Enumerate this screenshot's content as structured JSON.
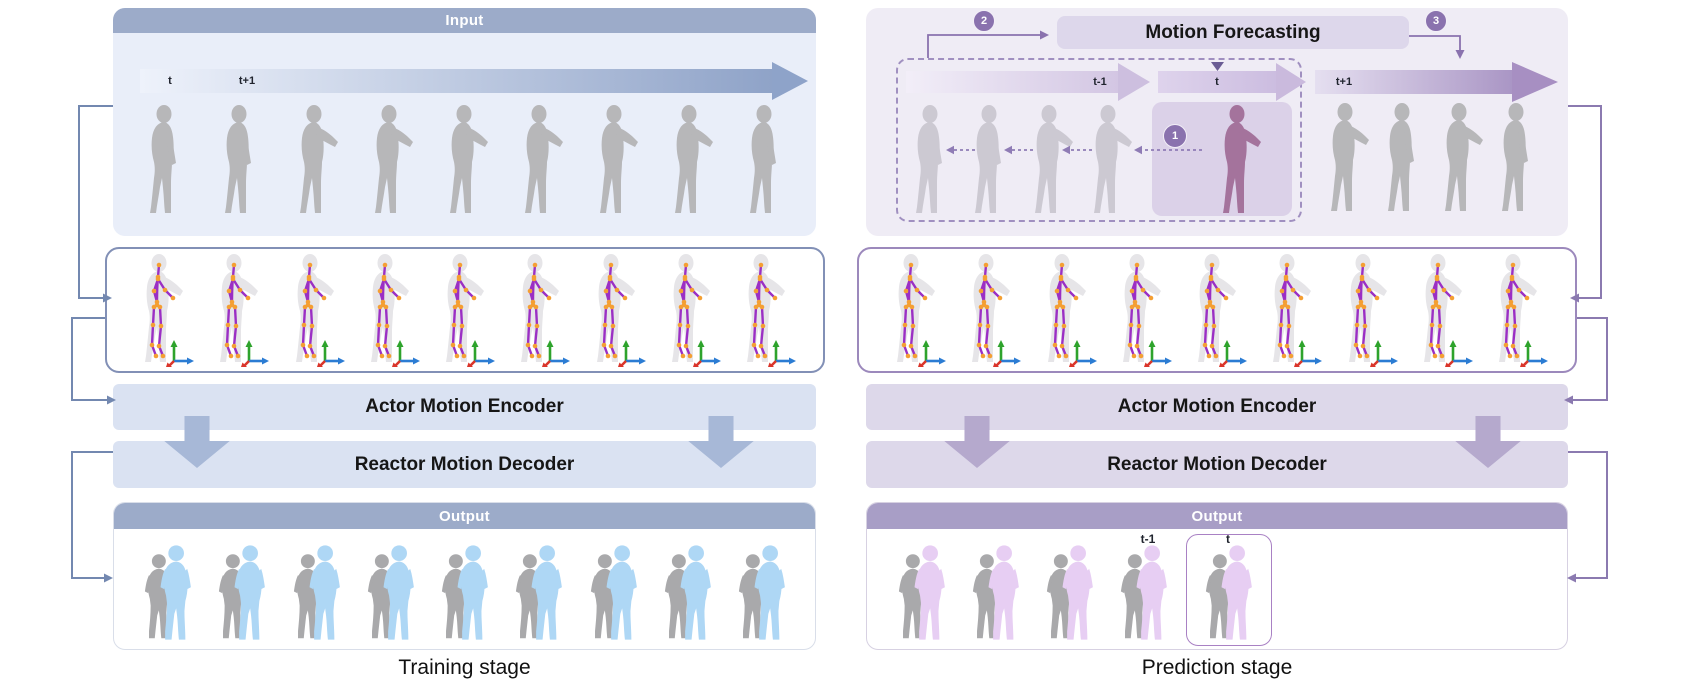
{
  "training": {
    "input_header": "Input",
    "time_labels": {
      "t": "t",
      "t_plus_1": "t+1"
    },
    "encoder_label": "Actor Motion Encoder",
    "decoder_label": "Reactor Motion Decoder",
    "output_header": "Output",
    "caption": "Training stage"
  },
  "prediction": {
    "forecasting_label": "Motion Forecasting",
    "badges": {
      "one": "1",
      "two": "2",
      "three": "3"
    },
    "time_labels": {
      "t_minus_1": "t-1",
      "t": "t",
      "t_plus_1": "t+1"
    },
    "encoder_label": "Actor Motion Encoder",
    "decoder_label": "Reactor Motion Decoder",
    "output_header": "Output",
    "output_time_labels": {
      "t_minus_1": "t-1",
      "t": "t"
    },
    "caption": "Prediction stage"
  },
  "colors": {
    "training_header": "#9cabc9",
    "training_panel": "#e9eef9",
    "training_bar": "#dae2f2",
    "training_arrow": "#a7b8d7",
    "prediction_header": "#a89ec6",
    "prediction_panel": "#efecf5",
    "prediction_bar": "#ddd8ea",
    "prediction_arrow": "#b5a9cd",
    "badge_purple": "#8a72ae",
    "reactor_blue": "#aed7f5",
    "reactor_lavender": "#e7cef3",
    "actor_gray": "#b7b7b9",
    "actor_purple": "#a4739c",
    "bone_purple": "#9b2fc4",
    "joint_orange": "#f49f33",
    "axis_green": "#2ea32c",
    "axis_blue": "#2b7cd3",
    "axis_red": "#da352b"
  }
}
